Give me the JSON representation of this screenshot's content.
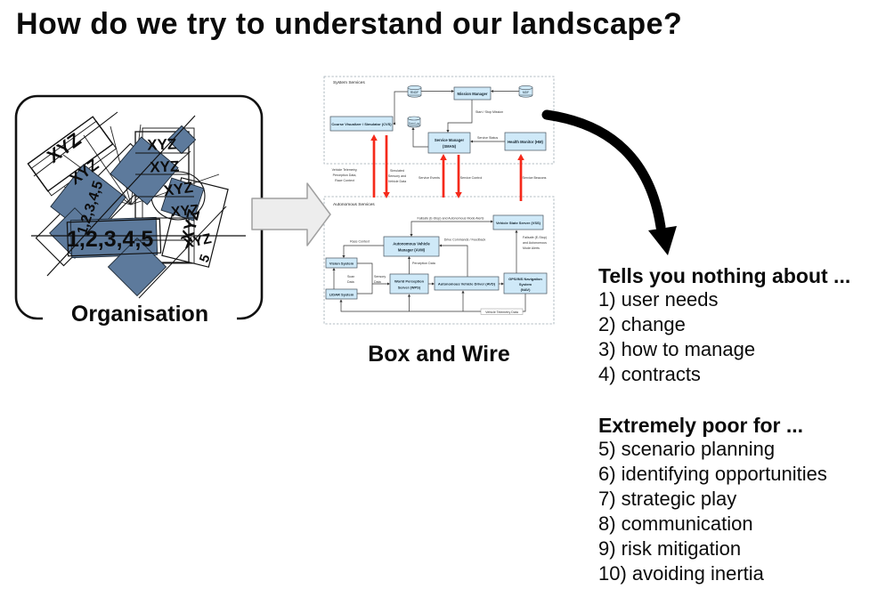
{
  "title": "How do we try to understand our landscape?",
  "organisation": {
    "caption": "Organisation",
    "xyz": "XYZ",
    "numbers": "1,2,3,4,5",
    "five": "5"
  },
  "diagram": {
    "caption": "Box and Wire",
    "system_services": {
      "title": "System Services",
      "rndf": "RNDF",
      "mdf": "MDF",
      "event_log": "Event Log",
      "mission_manager": "Mission Manager",
      "cvs": "Course Visualizer / Simulator (CVS)",
      "sman_line1": "Service Manager",
      "sman_line2": "(SMAN)",
      "hm": "Health Monitor (HM)",
      "start_stop": "Start / Stop Mission",
      "service_status": "Service Status"
    },
    "bus": {
      "b1_l1": "Vehicle Telemetry,",
      "b1_l2": "Perception Data,",
      "b1_l3": "Race Context",
      "b2_l1": "Simulated",
      "b2_l2": "Sensory and",
      "b2_l3": "Vehicle Data",
      "b3": "Service Events",
      "b4": "Service Control",
      "b5": "Service Beacons"
    },
    "autonomous_services": {
      "title": "Autonomous Services",
      "vss": "Vehicle State Server (VSS)",
      "avm_line1": "Autonomous Vehicle",
      "avm_line2": "Manager (AVM)",
      "vision": "Vision System",
      "lidar": "LIDAR System",
      "wps_line1": "World Perception",
      "wps_line2": "Server (WPS)",
      "avd": "Autonomous Vehicle Driver (AVD)",
      "nav_line1": "GPS/INS Navigation",
      "nav_line2": "System",
      "nav_line3": "(NAV)",
      "failsafe_top": "Failsafe (E-Stop) and Autonomous Mode Alerts",
      "failsafe_r1": "Failsafe (E-Stop)",
      "failsafe_r2": "and Autonomous",
      "failsafe_r3": "Mode Alerts",
      "race_context": "Race Context",
      "drive_commands": "Drive Commands / Feedback",
      "perception_data": "Perception Data",
      "scan_l1": "Scan",
      "scan_l2": "Data",
      "sensory_l1": "Sensory",
      "sensory_l2": "Data",
      "telemetry": "Vehicle Telemetry Data"
    }
  },
  "notes": {
    "heading1": "Tells you nothing about ...",
    "items1": [
      "1) user needs",
      "2) change",
      "3) how to manage",
      "4) contracts"
    ],
    "heading2": "Extremely poor for ...",
    "items2": [
      "5) scenario planning",
      "6) identifying opportunities",
      "7) strategic play",
      "8) communication",
      "9) risk mitigation",
      "10) avoiding inertia"
    ]
  },
  "colors": {
    "node_fill": "#cfe9f8",
    "node_border": "#46525c",
    "blue_shape": "#5d7a9c",
    "red_arrow": "#f5291a",
    "gray_arrow": "#ededed",
    "black_arrow": "#000000"
  }
}
